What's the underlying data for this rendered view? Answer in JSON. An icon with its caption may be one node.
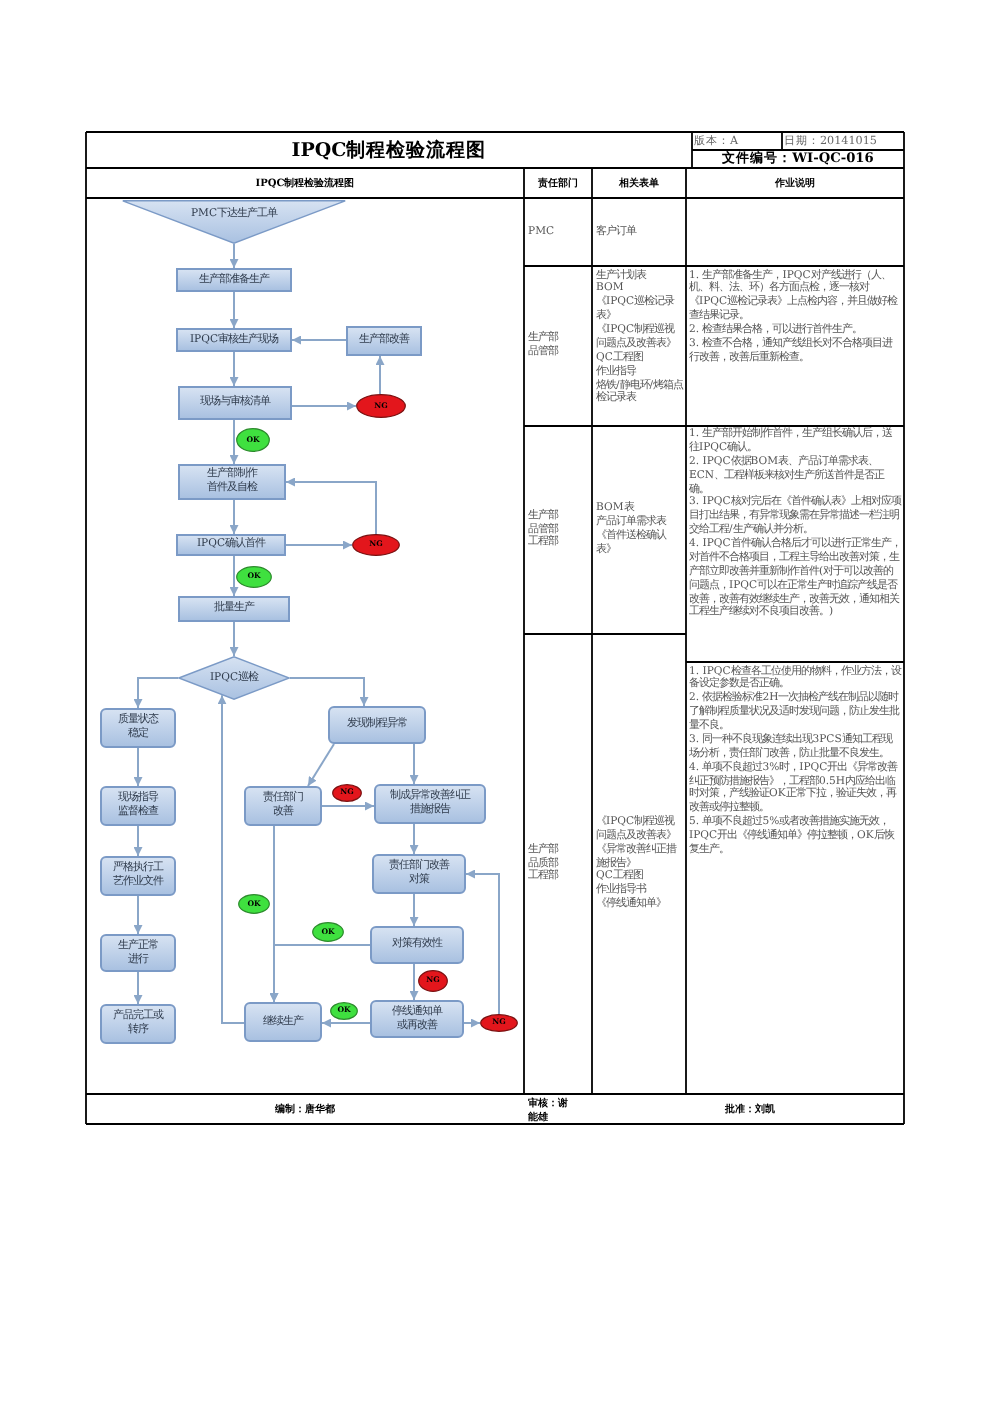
{
  "diagram": {
    "title": "IPQC制程检验流程图",
    "nodes": [
      {
        "text": [
          "PMC下达生产工单"
        ]
      },
      {
        "text": [
          "生产部准备生产"
        ]
      },
      {
        "text": [
          "IPQC审核生产现场"
        ]
      },
      {
        "text": [
          "生产部改善"
        ]
      },
      {
        "text": [
          "现场与审核清单"
        ]
      },
      {
        "text": [
          "NG"
        ]
      },
      {
        "text": [
          "OK"
        ]
      },
      {
        "text": [
          "生产部制作首件及自检"
        ]
      },
      {
        "text": [
          "IPQC确认首件"
        ]
      },
      {
        "text": [
          "NG"
        ]
      },
      {
        "text": [
          "OK"
        ]
      },
      {
        "text": [
          "批量生产"
        ]
      },
      {
        "text": [
          "IPQC巡检"
        ]
      },
      {
        "text": [
          "质量状态稳定"
        ]
      },
      {
        "text": [
          "现场指导监督检查"
        ]
      },
      {
        "text": [
          "严格执行工艺作业文件"
        ]
      },
      {
        "text": [
          "生产正常进行"
        ]
      },
      {
        "text": [
          "产品完工或转序"
        ]
      },
      {
        "text": [
          "发现制程异常"
        ]
      },
      {
        "text": [
          "责任部门改善"
        ]
      },
      {
        "text": [
          "NG"
        ]
      },
      {
        "text": [
          "制成异常改善纠正措施报告"
        ]
      },
      {
        "text": [
          "责任部门改善对策"
        ]
      },
      {
        "text": [
          "OK"
        ]
      },
      {
        "text": [
          "对策有效性"
        ]
      },
      {
        "text": [
          "OK"
        ]
      },
      {
        "text": [
          "NG"
        ]
      },
      {
        "text": [
          "停线通知单或再改善"
        ]
      },
      {
        "text": [
          "继续生产"
        ]
      },
      {
        "text": [
          "OK"
        ]
      },
      {
        "text": [
          "NG"
        ]
      }
    ],
    "edges": [
      {
        "from": 0,
        "to": 1,
        "arrow": "to"
      },
      {
        "from": 1,
        "to": 2,
        "arrow": "to"
      },
      {
        "from": 2,
        "to": 4,
        "arrow": "to"
      },
      {
        "from": 4,
        "to": 5,
        "arrow": "to"
      },
      {
        "from": 5,
        "to": 3,
        "arrow": "to"
      },
      {
        "from": 3,
        "to": 2,
        "arrow": "to"
      },
      {
        "from": 4,
        "to": 7,
        "arrow": "to"
      },
      {
        "from": 7,
        "to": 8,
        "arrow": "to"
      },
      {
        "from": 8,
        "to": 9,
        "arrow": "to"
      },
      {
        "from": 9,
        "to": 7,
        "arrow": "to"
      },
      {
        "from": 8,
        "to": 11,
        "arrow": "to"
      },
      {
        "from": 11,
        "to": 12,
        "arrow": "to"
      },
      {
        "from": 12,
        "to": 13,
        "arrow": "to"
      },
      {
        "from": 12,
        "to": 18,
        "arrow": "to"
      },
      {
        "from": 13,
        "to": 14,
        "arrow": "to"
      },
      {
        "from": 14,
        "to": 15,
        "arrow": "to"
      },
      {
        "from": 15,
        "to": 16,
        "arrow": "to"
      },
      {
        "from": 16,
        "to": 17,
        "arrow": "to"
      },
      {
        "from": 18,
        "to": 19,
        "arrow": "to"
      },
      {
        "from": 18,
        "to": 21,
        "arrow": "to"
      },
      {
        "from": 19,
        "to": 21,
        "arrow": "to"
      },
      {
        "from": 21,
        "to": 22,
        "arrow": "to"
      },
      {
        "from": 22,
        "to": 24,
        "arrow": "to"
      },
      {
        "from": 24,
        "to": 28,
        "arrow": "to"
      },
      {
        "from": 19,
        "to": 28,
        "arrow": "to"
      },
      {
        "from": 24,
        "to": 27,
        "arrow": "to"
      },
      {
        "from": 27,
        "to": 28,
        "arrow": "to"
      },
      {
        "from": 27,
        "to": 30,
        "arrow": "to"
      },
      {
        "from": 30,
        "to": 22,
        "arrow": "to"
      },
      {
        "from": 28,
        "to": 12,
        "arrow": "to"
      }
    ],
    "labels": [
      "版本：A",
      "日期：20141015",
      "文件编号：WI-QC-016",
      "IPQC制程检验流程图",
      "责任部门",
      "相关表单",
      "作业说明",
      "PMC",
      "客户订单",
      "生产部品管部",
      "生产计划表",
      "BOM",
      "《IPQC巡检记录表》",
      "《IPQC制程巡视问题点及改善表》",
      "QC工程图",
      "作业指导",
      "烙铁/静电环/烤箱点检记录表",
      "1. 生产部准备生产，IPQC对产线进行（人、机、料、法、环）各方面点检，逐一核对《IPQC巡检记录表》上点检内容，并且做好检查结果记录。",
      "2. 检查结果合格，可以进行首件生产。",
      "3. 检查不合格，通知产线组长对不合格项目进行改善，改善后重新检查。",
      "生产部品管部工程部",
      "BOM表",
      "产品订单需求表",
      "《首件送检确认表》",
      "1. 生产部开始制作首件，生产组长确认后，送往IPQC确认。",
      "2. IPQC依据BOM表、产品订单需求表、ECN、工程样板来核对生产所送首件是否正确。",
      "3. IPQC核对完后在《首件确认表》上相对应项目打出结果，有异常现象需在异常描述一栏注明交给工程/生产确认并分析。",
      "4. IPQC首件确认合格后才可以进行正常生产，对首件不合格项目，工程主导给出改善对策，生产部立即改善并重新制作首件(对于可以改善的问题点，IPQC可以在正常生产时追踪产线是否改善，改善有效继续生产，改善无效，通知相关工程生产继续对不良项目改善。)",
      "生产部品质部工程部",
      "《IPQC制程巡视问题点及改善表》",
      "《异常改善纠正措施报告》",
      "QC工程图",
      "作业指导书",
      "《停线通知单》",
      "1. IPQC检查各工位使用的物料，作业方法，设备设定参数是否正确。",
      "2. 依据检验标准2H一次抽检产线在制品以随时了解制程质量状况及适时发现问题，防止发生批量不良。",
      "3. 同一种不良现象连续出现3PCS通知工程现场分析，责任部门改善，防止批量不良发生。",
      "4. 单项不良超过3%时，IPQC开出《异常改善纠正预防措施报告》，工程部0.5H内应给出临时对策，产线验证OK正常下拉，验证失效，再改善或停拉整顿。",
      "5. 单项不良超过5%或者改善措施实施无效，IPQC开出《停线通知单》停拉整顿，OK后恢复生产。",
      "编制：唐华都",
      "审核：谢能雄",
      "批准：刘凯"
    ]
  }
}
